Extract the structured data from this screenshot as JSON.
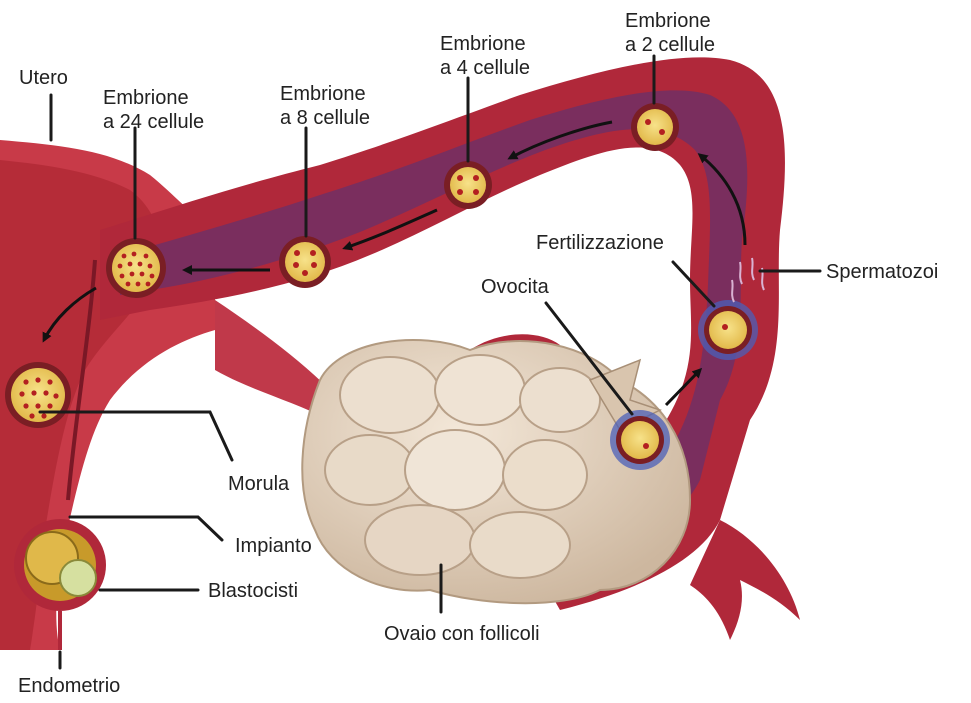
{
  "labels": {
    "utero": "Utero",
    "emb24_l1": "Embrione",
    "emb24_l2": "a 24 cellule",
    "emb8_l1": "Embrione",
    "emb8_l2": "a 8 cellule",
    "emb4_l1": "Embrione",
    "emb4_l2": "a 4 cellule",
    "emb2_l1": "Embrione",
    "emb2_l2": "a 2 cellule",
    "fertilizzazione": "Fertilizzazione",
    "spermatozoi": "Spermatozoi",
    "ovocita": "Ovocita",
    "morula": "Morula",
    "impianto": "Impianto",
    "blastocisti": "Blastocisti",
    "ovaio": "Ovaio con follicoli",
    "endometrio": "Endometrio"
  },
  "colors": {
    "tube_wall": "#b0283a",
    "tube_lumen": "#7a2e5e",
    "uterus": "#c83a48",
    "ovary": "#e6d6c4",
    "embryo_fill": "#f2d36a",
    "embryo_ring": "#7a1e24",
    "sperm_blue": "#4b5fb8"
  }
}
